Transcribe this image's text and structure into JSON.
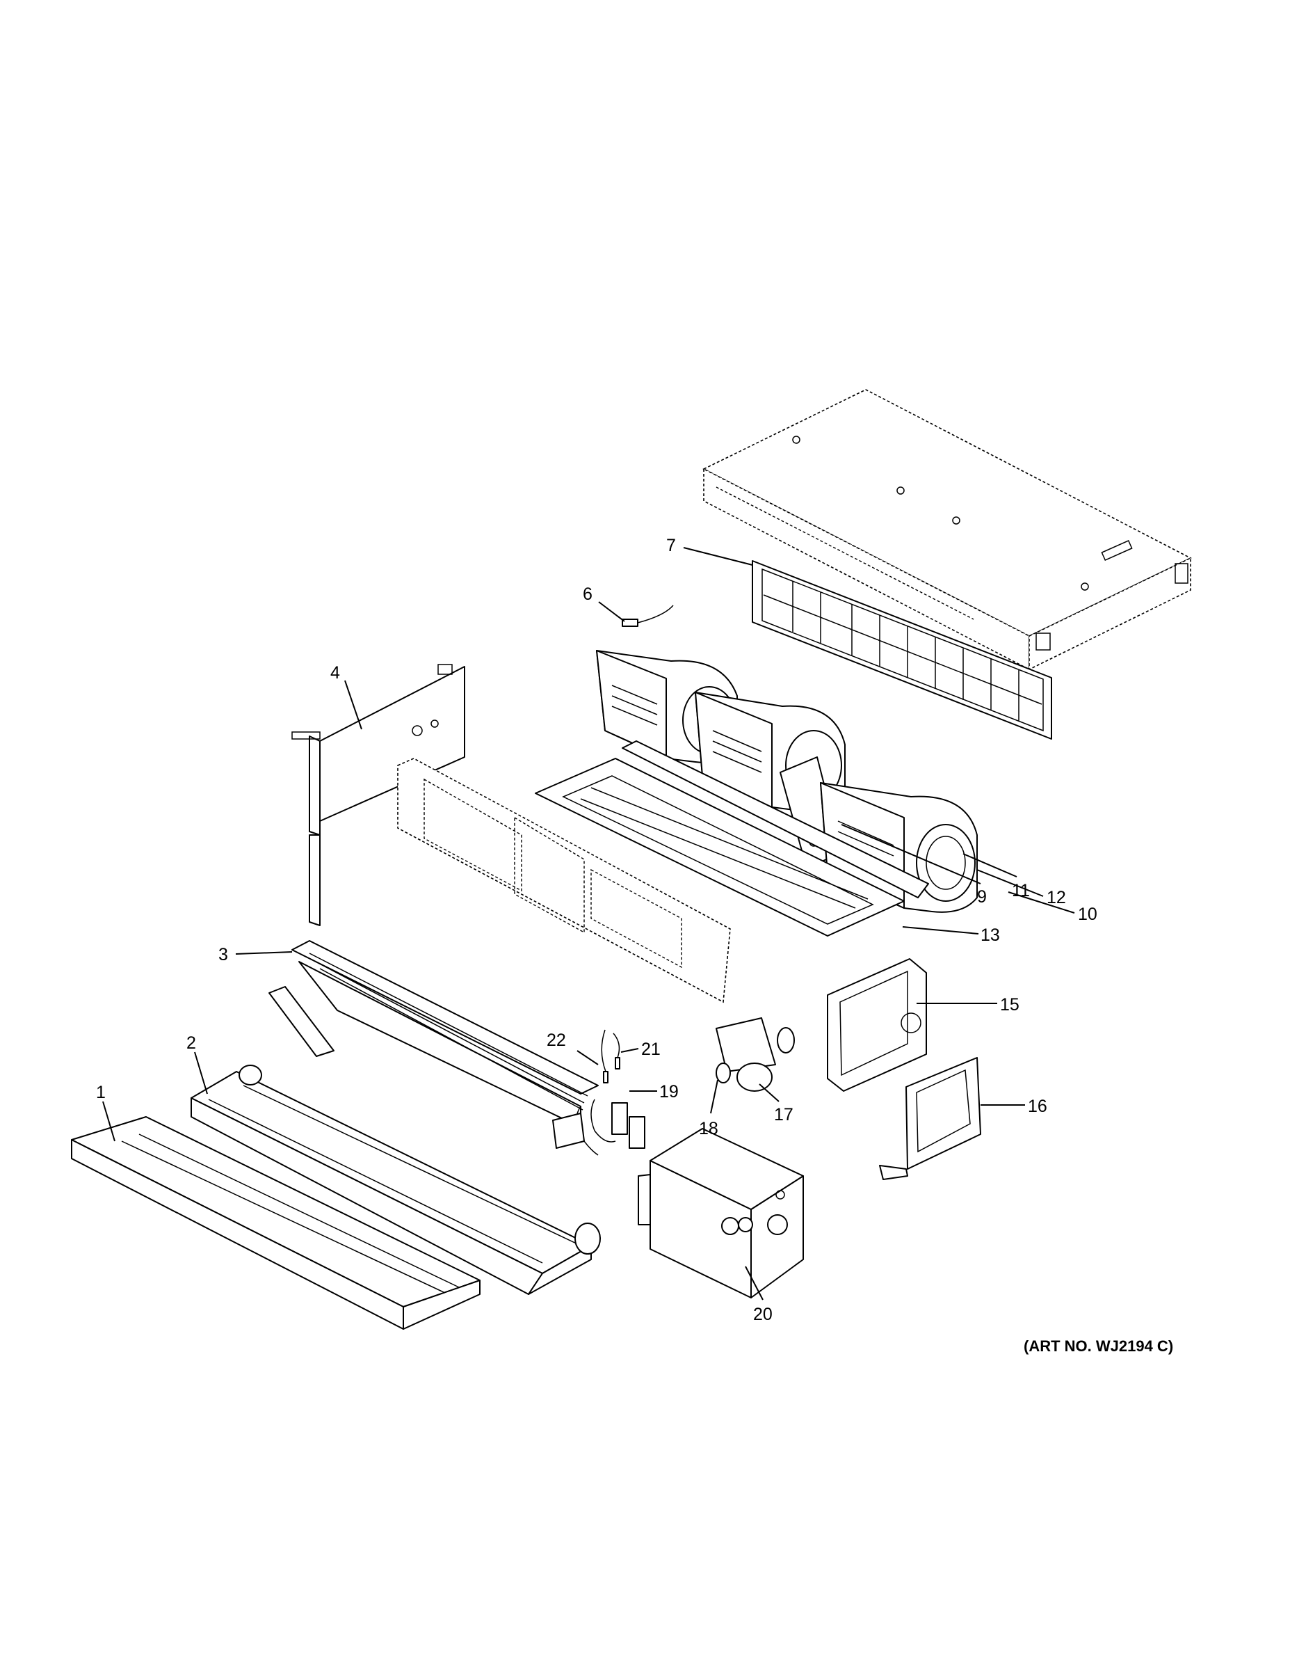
{
  "diagram": {
    "callouts": [
      "1",
      "2",
      "3",
      "4",
      "6",
      "7",
      "9",
      "10",
      "11",
      "12",
      "13",
      "15",
      "16",
      "17",
      "18",
      "19",
      "20",
      "21",
      "22"
    ],
    "art_number": "(ART NO. WJ2194 C)"
  }
}
